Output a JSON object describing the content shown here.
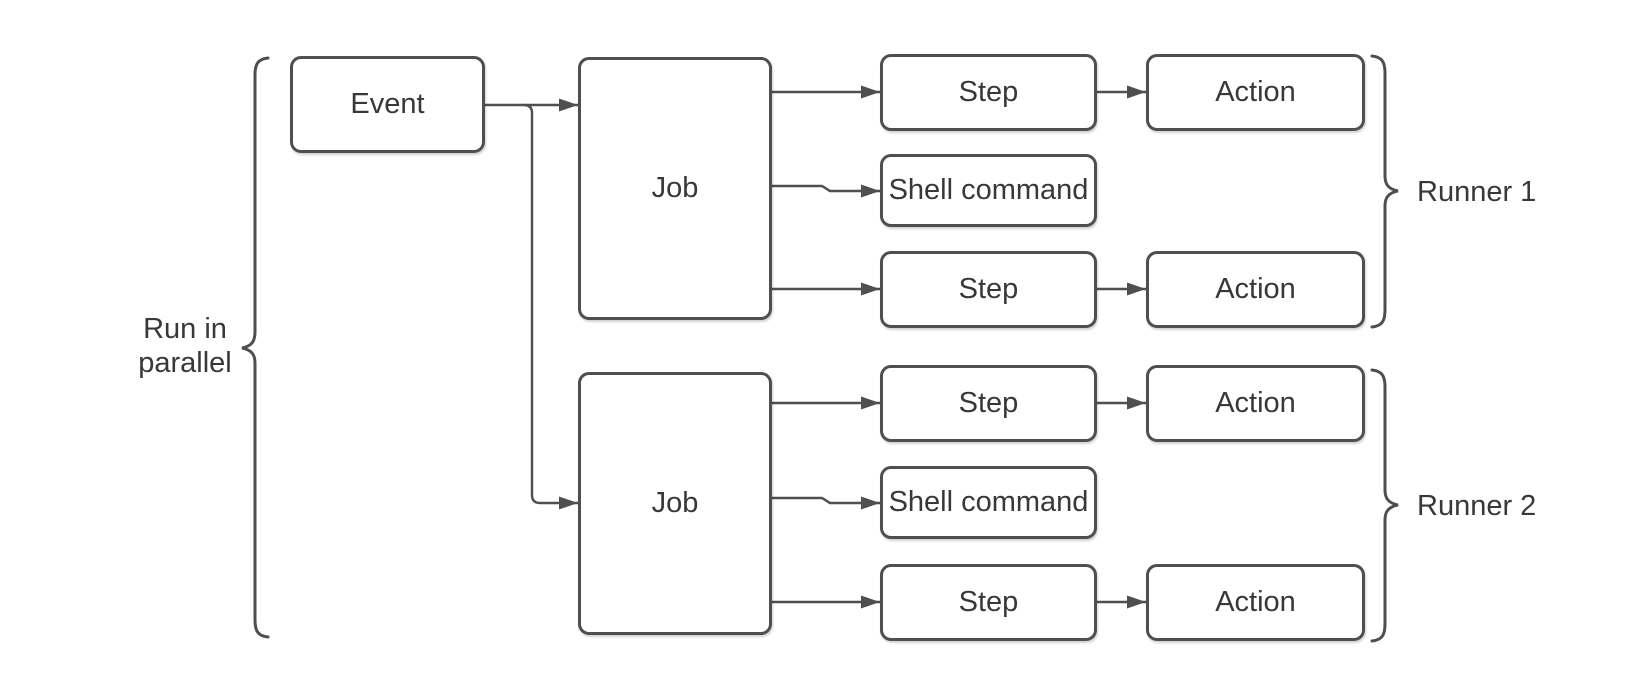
{
  "diagram_type": "workflow-diagram",
  "colors": {
    "background": "#ffffff",
    "stroke": "#4f4f4f",
    "text": "#383838"
  },
  "annotations": {
    "run_in_parallel": {
      "line1": "Run in",
      "line2": "parallel"
    }
  },
  "event": {
    "label": "Event"
  },
  "jobs": [
    {
      "label": "Job"
    },
    {
      "label": "Job"
    }
  ],
  "runners": [
    {
      "label": "Runner 1",
      "rows": [
        {
          "step": {
            "label": "Step"
          },
          "action": {
            "label": "Action"
          }
        },
        {
          "step": {
            "label": "Shell command"
          }
        },
        {
          "step": {
            "label": "Step"
          },
          "action": {
            "label": "Action"
          }
        }
      ]
    },
    {
      "label": "Runner 2",
      "rows": [
        {
          "step": {
            "label": "Step"
          },
          "action": {
            "label": "Action"
          }
        },
        {
          "step": {
            "label": "Shell command"
          }
        },
        {
          "step": {
            "label": "Step"
          },
          "action": {
            "label": "Action"
          }
        }
      ]
    }
  ]
}
